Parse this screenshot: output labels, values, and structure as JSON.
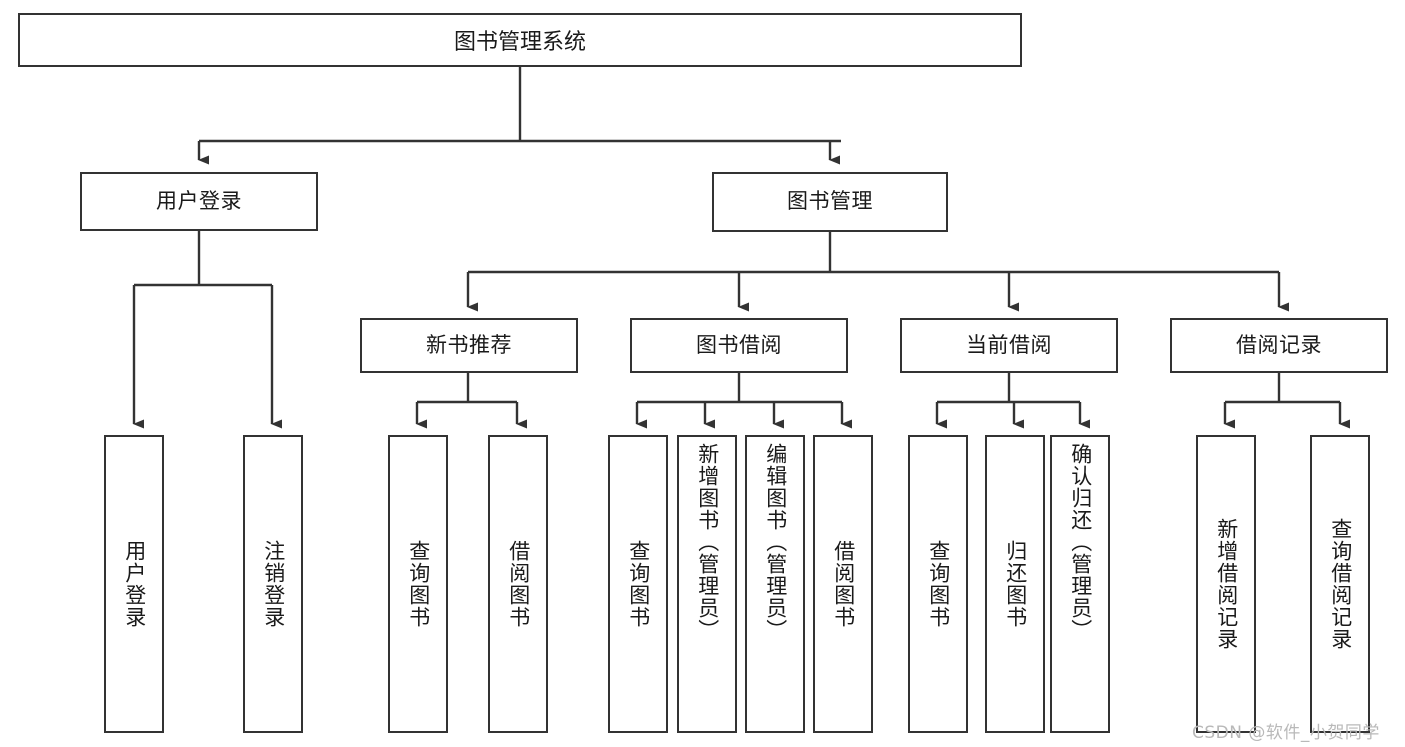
{
  "diagram": {
    "type": "tree-hierarchy",
    "title": "图书管理系统",
    "watermark": "CSDN @软件_小贺同学",
    "colors": {
      "stroke": "#333333",
      "fill": "#ffffff",
      "text": "#1a1a1a",
      "watermark": "#b9b9b9"
    },
    "root": {
      "label": "图书管理系统"
    },
    "level2": [
      {
        "id": "user-login",
        "label": "用户登录"
      },
      {
        "id": "book-manage",
        "label": "图书管理"
      }
    ],
    "level3": [
      {
        "id": "new-book-rec",
        "label": "新书推荐"
      },
      {
        "id": "book-borrow",
        "label": "图书借阅"
      },
      {
        "id": "current-borrow",
        "label": "当前借阅"
      },
      {
        "id": "borrow-record",
        "label": "借阅记录"
      }
    ],
    "leaves": {
      "user_login": [
        {
          "id": "leaf-user-login",
          "label": "用户登录"
        },
        {
          "id": "leaf-logout-login",
          "label": "注销登录"
        }
      ],
      "new_book_rec": [
        {
          "id": "leaf-query-book-1",
          "label": "查询图书"
        },
        {
          "id": "leaf-borrow-book-1",
          "label": "借阅图书"
        }
      ],
      "book_borrow": [
        {
          "id": "leaf-query-book-2",
          "label": "查询图书"
        },
        {
          "id": "leaf-add-book",
          "label": "新增图书（管理员）"
        },
        {
          "id": "leaf-edit-book",
          "label": "编辑图书（管理员）"
        },
        {
          "id": "leaf-borrow-book-2",
          "label": "借阅图书"
        }
      ],
      "current_borrow": [
        {
          "id": "leaf-query-book-3",
          "label": "查询图书"
        },
        {
          "id": "leaf-return-book",
          "label": "归还图书"
        },
        {
          "id": "leaf-confirm-return",
          "label": "确认归还（管理员）"
        }
      ],
      "borrow_record": [
        {
          "id": "leaf-add-record",
          "label": "新增借阅记录"
        },
        {
          "id": "leaf-query-record",
          "label": "查询借阅记录"
        }
      ]
    }
  }
}
